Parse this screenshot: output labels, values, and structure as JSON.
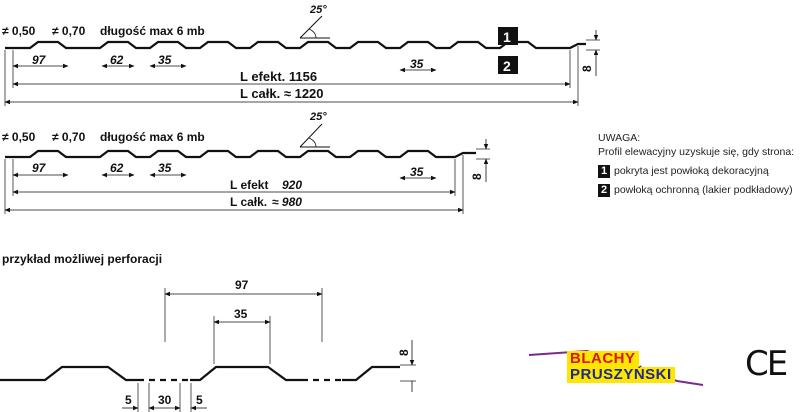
{
  "profile1": {
    "spec_a": "≠ 0,50",
    "spec_b": "≠ 0,70",
    "spec_length": "długość max 6 mb",
    "angle": "25°",
    "dim_97": "97",
    "dim_62": "62",
    "dim_35a": "35",
    "dim_35b": "35",
    "dim_8": "8",
    "l_efekt": "L efekt. 1156",
    "l_calk": "L całk. ≈ 1220",
    "marker_1": "1",
    "marker_2": "2"
  },
  "profile2": {
    "spec_a": "≠ 0,50",
    "spec_b": "≠ 0,70",
    "spec_length": "długość max 6 mb",
    "angle": "25°",
    "dim_97": "97",
    "dim_62": "62",
    "dim_35a": "35",
    "dim_35b": "35",
    "dim_8": "8",
    "l_efekt_label": "L efekt",
    "l_efekt_value": "920",
    "l_calk_label": "L całk.",
    "l_calk_value": "≈ 980"
  },
  "note": {
    "title": "UWAGA:",
    "line": "Profil elewacyjny uzyskuje się, gdy strona:",
    "item1_num": "1",
    "item1_text": "pokryta jest powłoką dekoracyjną",
    "item2_num": "2",
    "item2_text": "powłoką ochronną (lakier podkładowy)"
  },
  "perforation": {
    "title": "przykład możliwej perforacji",
    "dim_97": "97",
    "dim_35": "35",
    "dim_8": "8",
    "dim_5a": "5",
    "dim_30": "30",
    "dim_5b": "5"
  },
  "logo": {
    "line1": "BLACHY",
    "line2": "PRUSZYŃSKI"
  },
  "mark": "CE",
  "colors": {
    "line": "#111111",
    "logo_red": "#d4181c",
    "logo_blue": "#1c2a8c",
    "logo_yellow": "#ffe600"
  }
}
